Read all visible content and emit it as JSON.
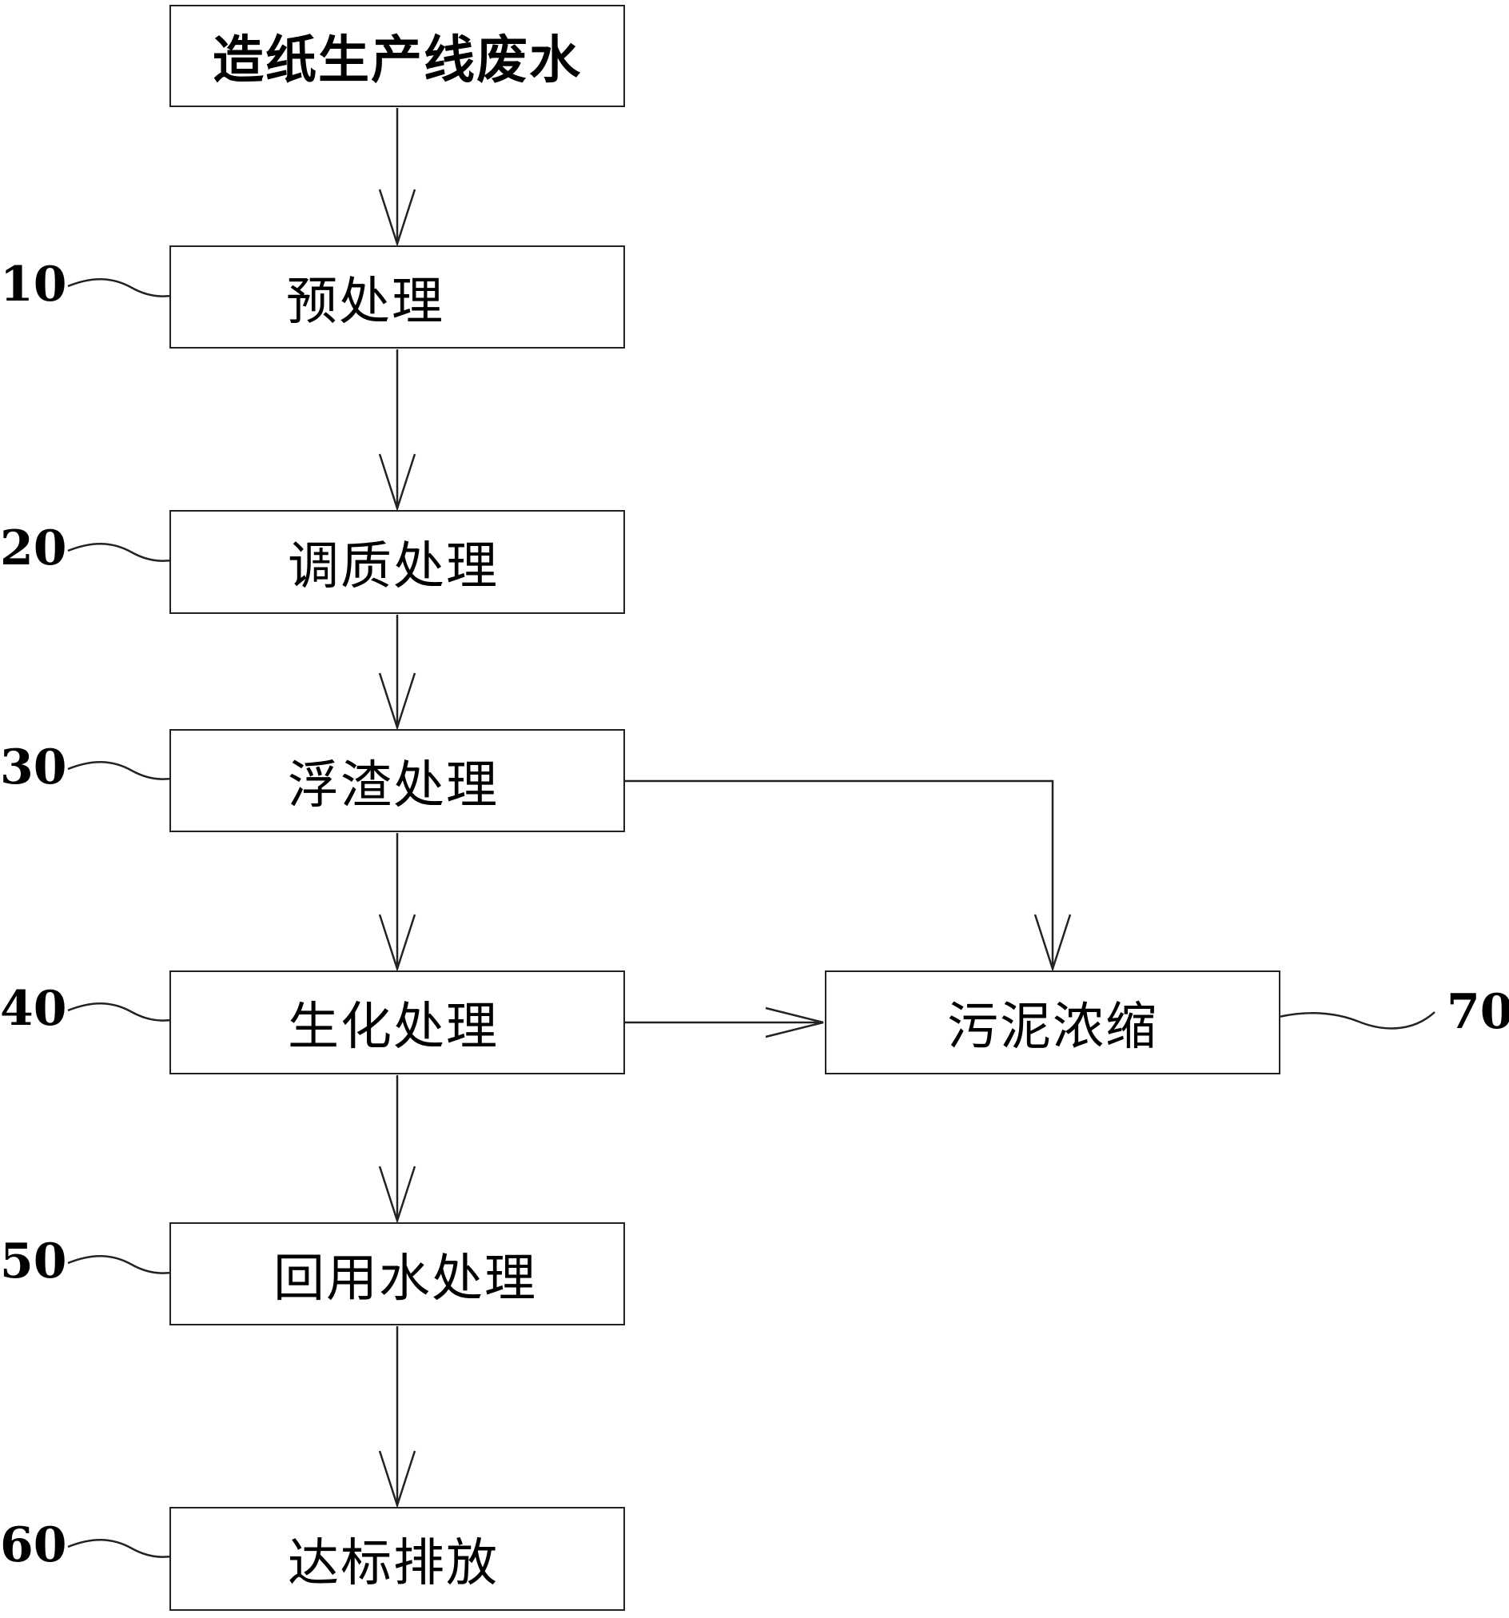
{
  "diagram": {
    "source": {
      "label": "造纸生产线废水"
    },
    "steps": [
      {
        "id": "pretreatment",
        "ref": "10",
        "label": "预处理"
      },
      {
        "id": "conditioning",
        "ref": "20",
        "label": "调质处理"
      },
      {
        "id": "scum",
        "ref": "30",
        "label": "浮渣处理"
      },
      {
        "id": "biochemical",
        "ref": "40",
        "label": "生化处理"
      },
      {
        "id": "reuse-water",
        "ref": "50",
        "label": "回用水处理"
      },
      {
        "id": "discharge",
        "ref": "60",
        "label": "达标排放"
      }
    ],
    "side": {
      "id": "sludge",
      "ref": "70",
      "label": "污泥浓缩"
    }
  }
}
